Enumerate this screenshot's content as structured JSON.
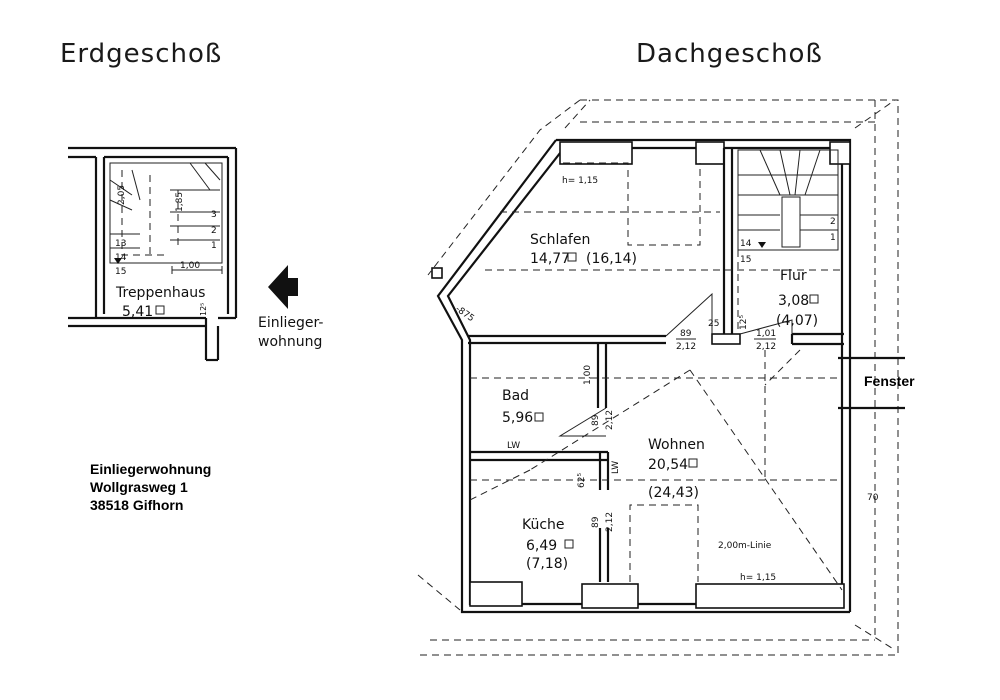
{
  "titles": {
    "left": "Erdgeschoß",
    "right": "Dachgeschoß"
  },
  "ground_floor": {
    "room_name": "Treppenhaus",
    "area": "5,41",
    "dim_width": "1,00",
    "dim_vertical_a": "2,05",
    "dim_vertical_b": "1,85",
    "step_numbers": [
      "1",
      "2",
      "3",
      "13",
      "14",
      "15"
    ],
    "wall_mark": "12⁵",
    "arrow_label_line1": "Einlieger-",
    "arrow_label_line2": "wohnung"
  },
  "address": {
    "line1": "Einliegerwohnung",
    "line2": "Wollgrasweg 1",
    "line3": "38518 Gifhorn"
  },
  "attic": {
    "rooms": {
      "schlafen": {
        "name": "Schlafen",
        "area": "14,77",
        "area_total": "(16,14)"
      },
      "flur": {
        "name": "Flur",
        "area": "3,08",
        "area_total": "(4,07)"
      },
      "bad": {
        "name": "Bad",
        "area": "5,96"
      },
      "wohnen": {
        "name": "Wohnen",
        "area": "20,54",
        "area_total": "(24,43)"
      },
      "kueche": {
        "name": "Küche",
        "area": "6,49",
        "area_total": "(7,18)"
      }
    },
    "labels": {
      "h_top": "h= 1,15",
      "h_bottom": "h= 1,15",
      "linie": "2,00m-Linie",
      "fenster": "Fenster",
      "lw1": "LW",
      "lw2": "LW",
      "d875": "-875",
      "seventy": "70",
      "bad_width": "1,00",
      "door1_top": "89",
      "door1_bottom": "2,12",
      "door2_top": "1,01",
      "door2_bottom": "2,12",
      "bad_door_top": "89",
      "bad_door_bottom": "2,12",
      "kueche_door_top": "89",
      "kueche_door_bottom": "2,12",
      "wall25": "25",
      "wall12": "12⁵",
      "wall62": "62⁵",
      "stair_steps": [
        "1",
        "2",
        "14",
        "15"
      ]
    }
  }
}
